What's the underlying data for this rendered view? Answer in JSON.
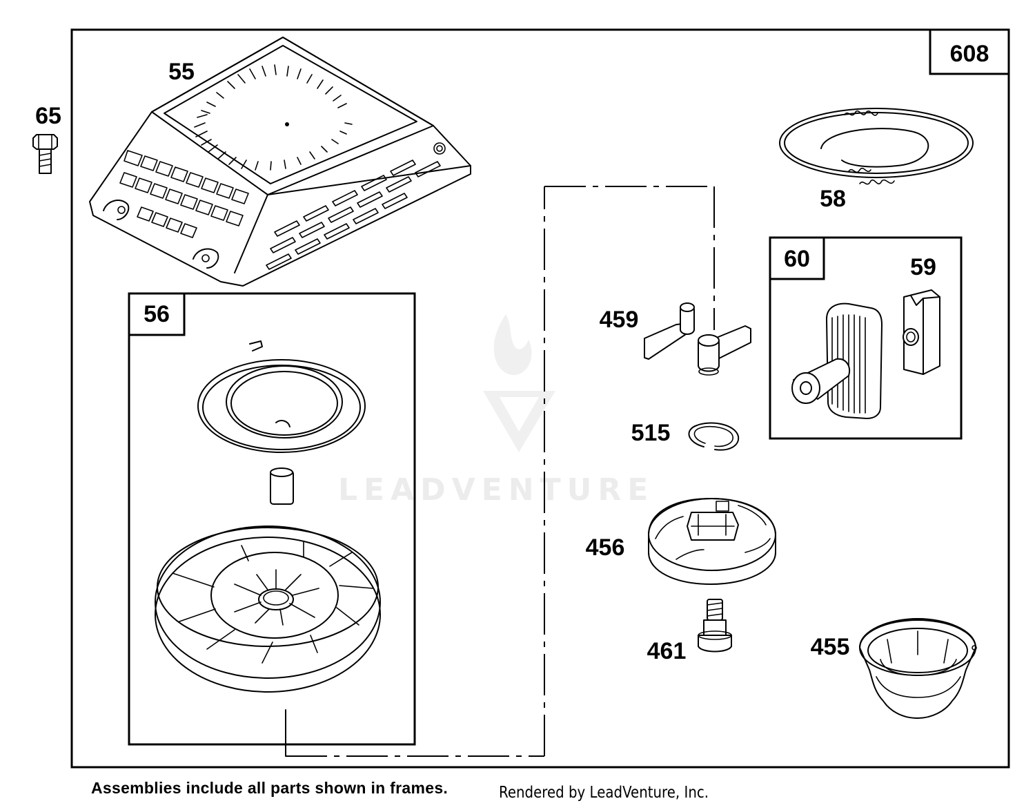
{
  "diagram": {
    "assembly_number": "608",
    "frames": [
      "56",
      "60"
    ],
    "parts": [
      {
        "id": "65",
        "name": "bolt"
      },
      {
        "id": "55",
        "name": "housing-cover"
      },
      {
        "id": "56",
        "name": "pulley-assembly"
      },
      {
        "id": "58",
        "name": "starter-rope"
      },
      {
        "id": "60",
        "name": "handle-assembly"
      },
      {
        "id": "59",
        "name": "rope-insert"
      },
      {
        "id": "459",
        "name": "pawl"
      },
      {
        "id": "515",
        "name": "retaining-ring"
      },
      {
        "id": "456",
        "name": "pawl-retainer"
      },
      {
        "id": "461",
        "name": "screw"
      },
      {
        "id": "455",
        "name": "starter-cup"
      }
    ]
  },
  "labels": {
    "p608": "608",
    "p65": "65",
    "p55": "55",
    "p56": "56",
    "p58": "58",
    "p60": "60",
    "p59": "59",
    "p459": "459",
    "p515": "515",
    "p456": "456",
    "p461": "461",
    "p455": "455"
  },
  "watermark": "LEADVENTURE",
  "footer": {
    "note": "Assemblies include all parts shown in frames.",
    "credit": "Rendered by LeadVenture, Inc."
  }
}
